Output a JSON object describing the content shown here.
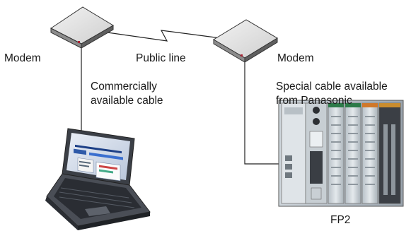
{
  "labels": {
    "modem_left": "Modem",
    "public_line": "Public line",
    "modem_right": "Modem",
    "cable_left": [
      "Commercially",
      "available cable"
    ],
    "cable_right": [
      "Special cable available",
      "from Panasonic"
    ],
    "plc": "FP2"
  },
  "nodes": [
    {
      "id": "modem-left",
      "kind": "modem-icon"
    },
    {
      "id": "modem-right",
      "kind": "modem-icon"
    },
    {
      "id": "laptop",
      "kind": "laptop-icon"
    },
    {
      "id": "plc",
      "kind": "plc-icon"
    }
  ],
  "edges": [
    {
      "from": "modem-left",
      "to": "modem-right",
      "label_ref": "public_line"
    },
    {
      "from": "modem-left",
      "to": "laptop",
      "label_ref": "cable_left"
    },
    {
      "from": "modem-right",
      "to": "plc",
      "label_ref": "cable_right"
    }
  ]
}
